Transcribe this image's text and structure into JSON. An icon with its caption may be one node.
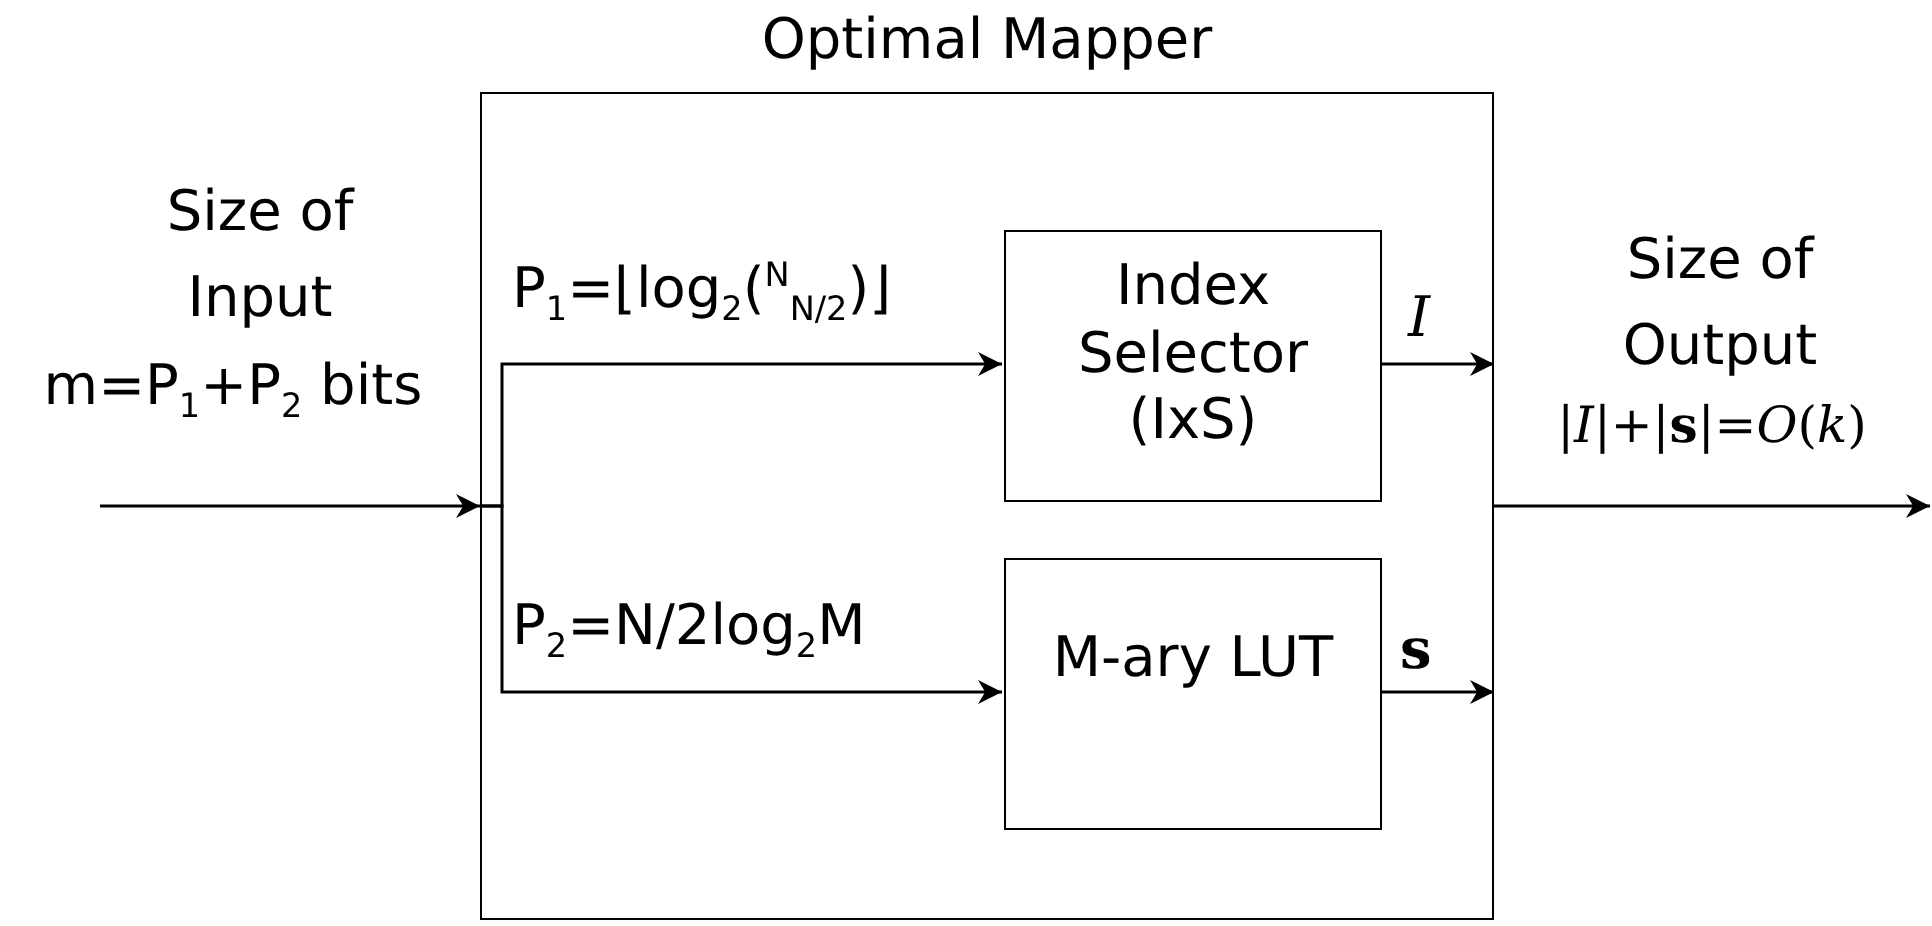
{
  "diagram": {
    "nodes": [
      {
        "text": [
          "Optimal Mapper"
        ]
      },
      {
        "text": [
          "Index Selector (IxS)"
        ],
        "in": 0
      },
      {
        "text": [
          "M-ary LUT"
        ],
        "in": 0
      }
    ],
    "edges": [
      {
        "from": null,
        "to": 0,
        "arrow": "to"
      },
      {
        "from": 0,
        "to": 1,
        "arrow": "to",
        "label": "P$_{1}$=⌊log$_{2}$($^{N}$$_{N/2}$)⌋"
      },
      {
        "from": 0,
        "to": 2,
        "arrow": "to",
        "label": "P$_{2}$=N/2log$_{2}$M"
      },
      {
        "from": 1,
        "to": 0,
        "arrow": "to",
        "label": "*I*"
      },
      {
        "from": 2,
        "to": 0,
        "arrow": "to",
        "label": "**s**"
      },
      {
        "from": 0,
        "to": null,
        "arrow": "to"
      }
    ],
    "labels": [
      "Size of Input",
      "m=P$_{1}$+P$_{2}$ bits",
      "Size of Output",
      "|*I*|+|**s**|=*O*(*k*)"
    ]
  }
}
